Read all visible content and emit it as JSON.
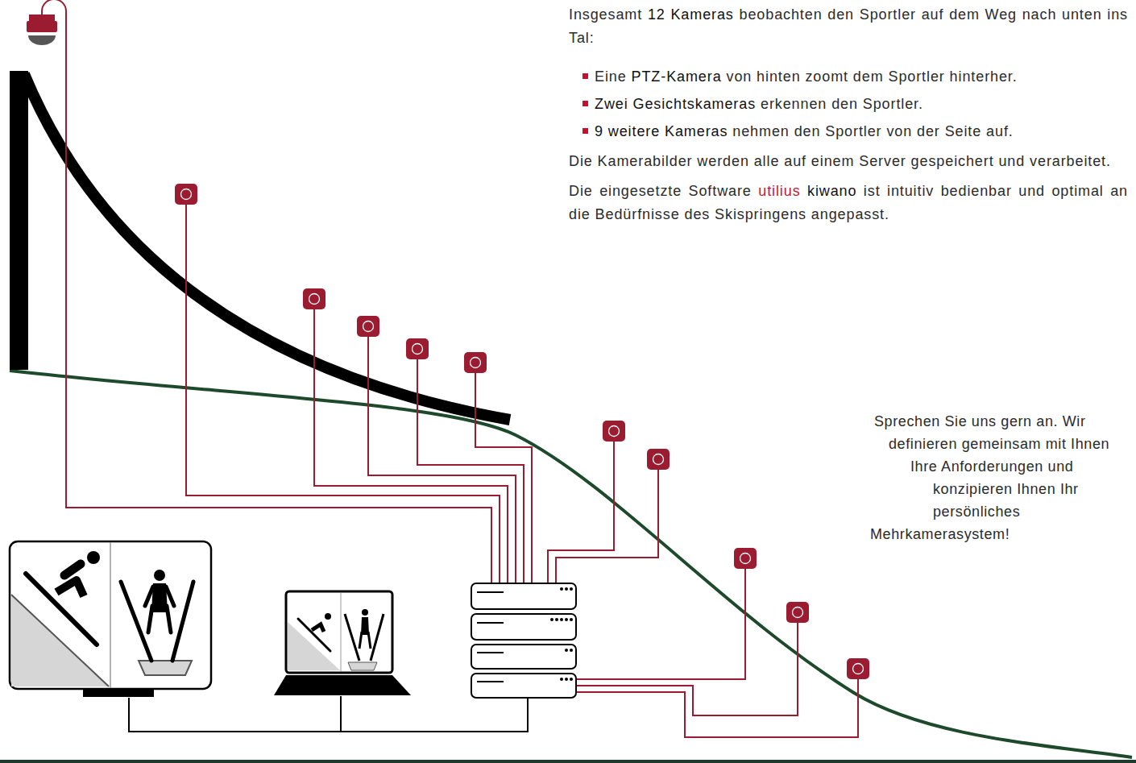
{
  "diagram": {
    "labels": [
      "Insgesamt",
      "12 Kameras",
      "beobachten den Sportler auf dem Weg nach unten ins Tal:",
      "Eine",
      "PTZ-Kamera",
      "von hinten zoomt dem Sportler hinterher.",
      "Zwei Gesichtskameras",
      "erkennen den Sportler.",
      "9 weitere Kameras",
      "nehmen den Sportler von der Seite auf.",
      "Die Kamerabilder werden alle auf einem Server gespeichert und verarbeitet.",
      "Die eingesetzte Software",
      "utilius",
      "kiwano",
      "ist intuitiv bedienbar und optimal an die Bedürfnisse des Skispringens angepasst.",
      "Sprechen Sie uns gern an. Wir definieren gemeinsam mit Ihnen Ihre Anforderungen und konzipieren Ihnen Ihr persönliches Mehrkamerasystem!"
    ]
  }
}
